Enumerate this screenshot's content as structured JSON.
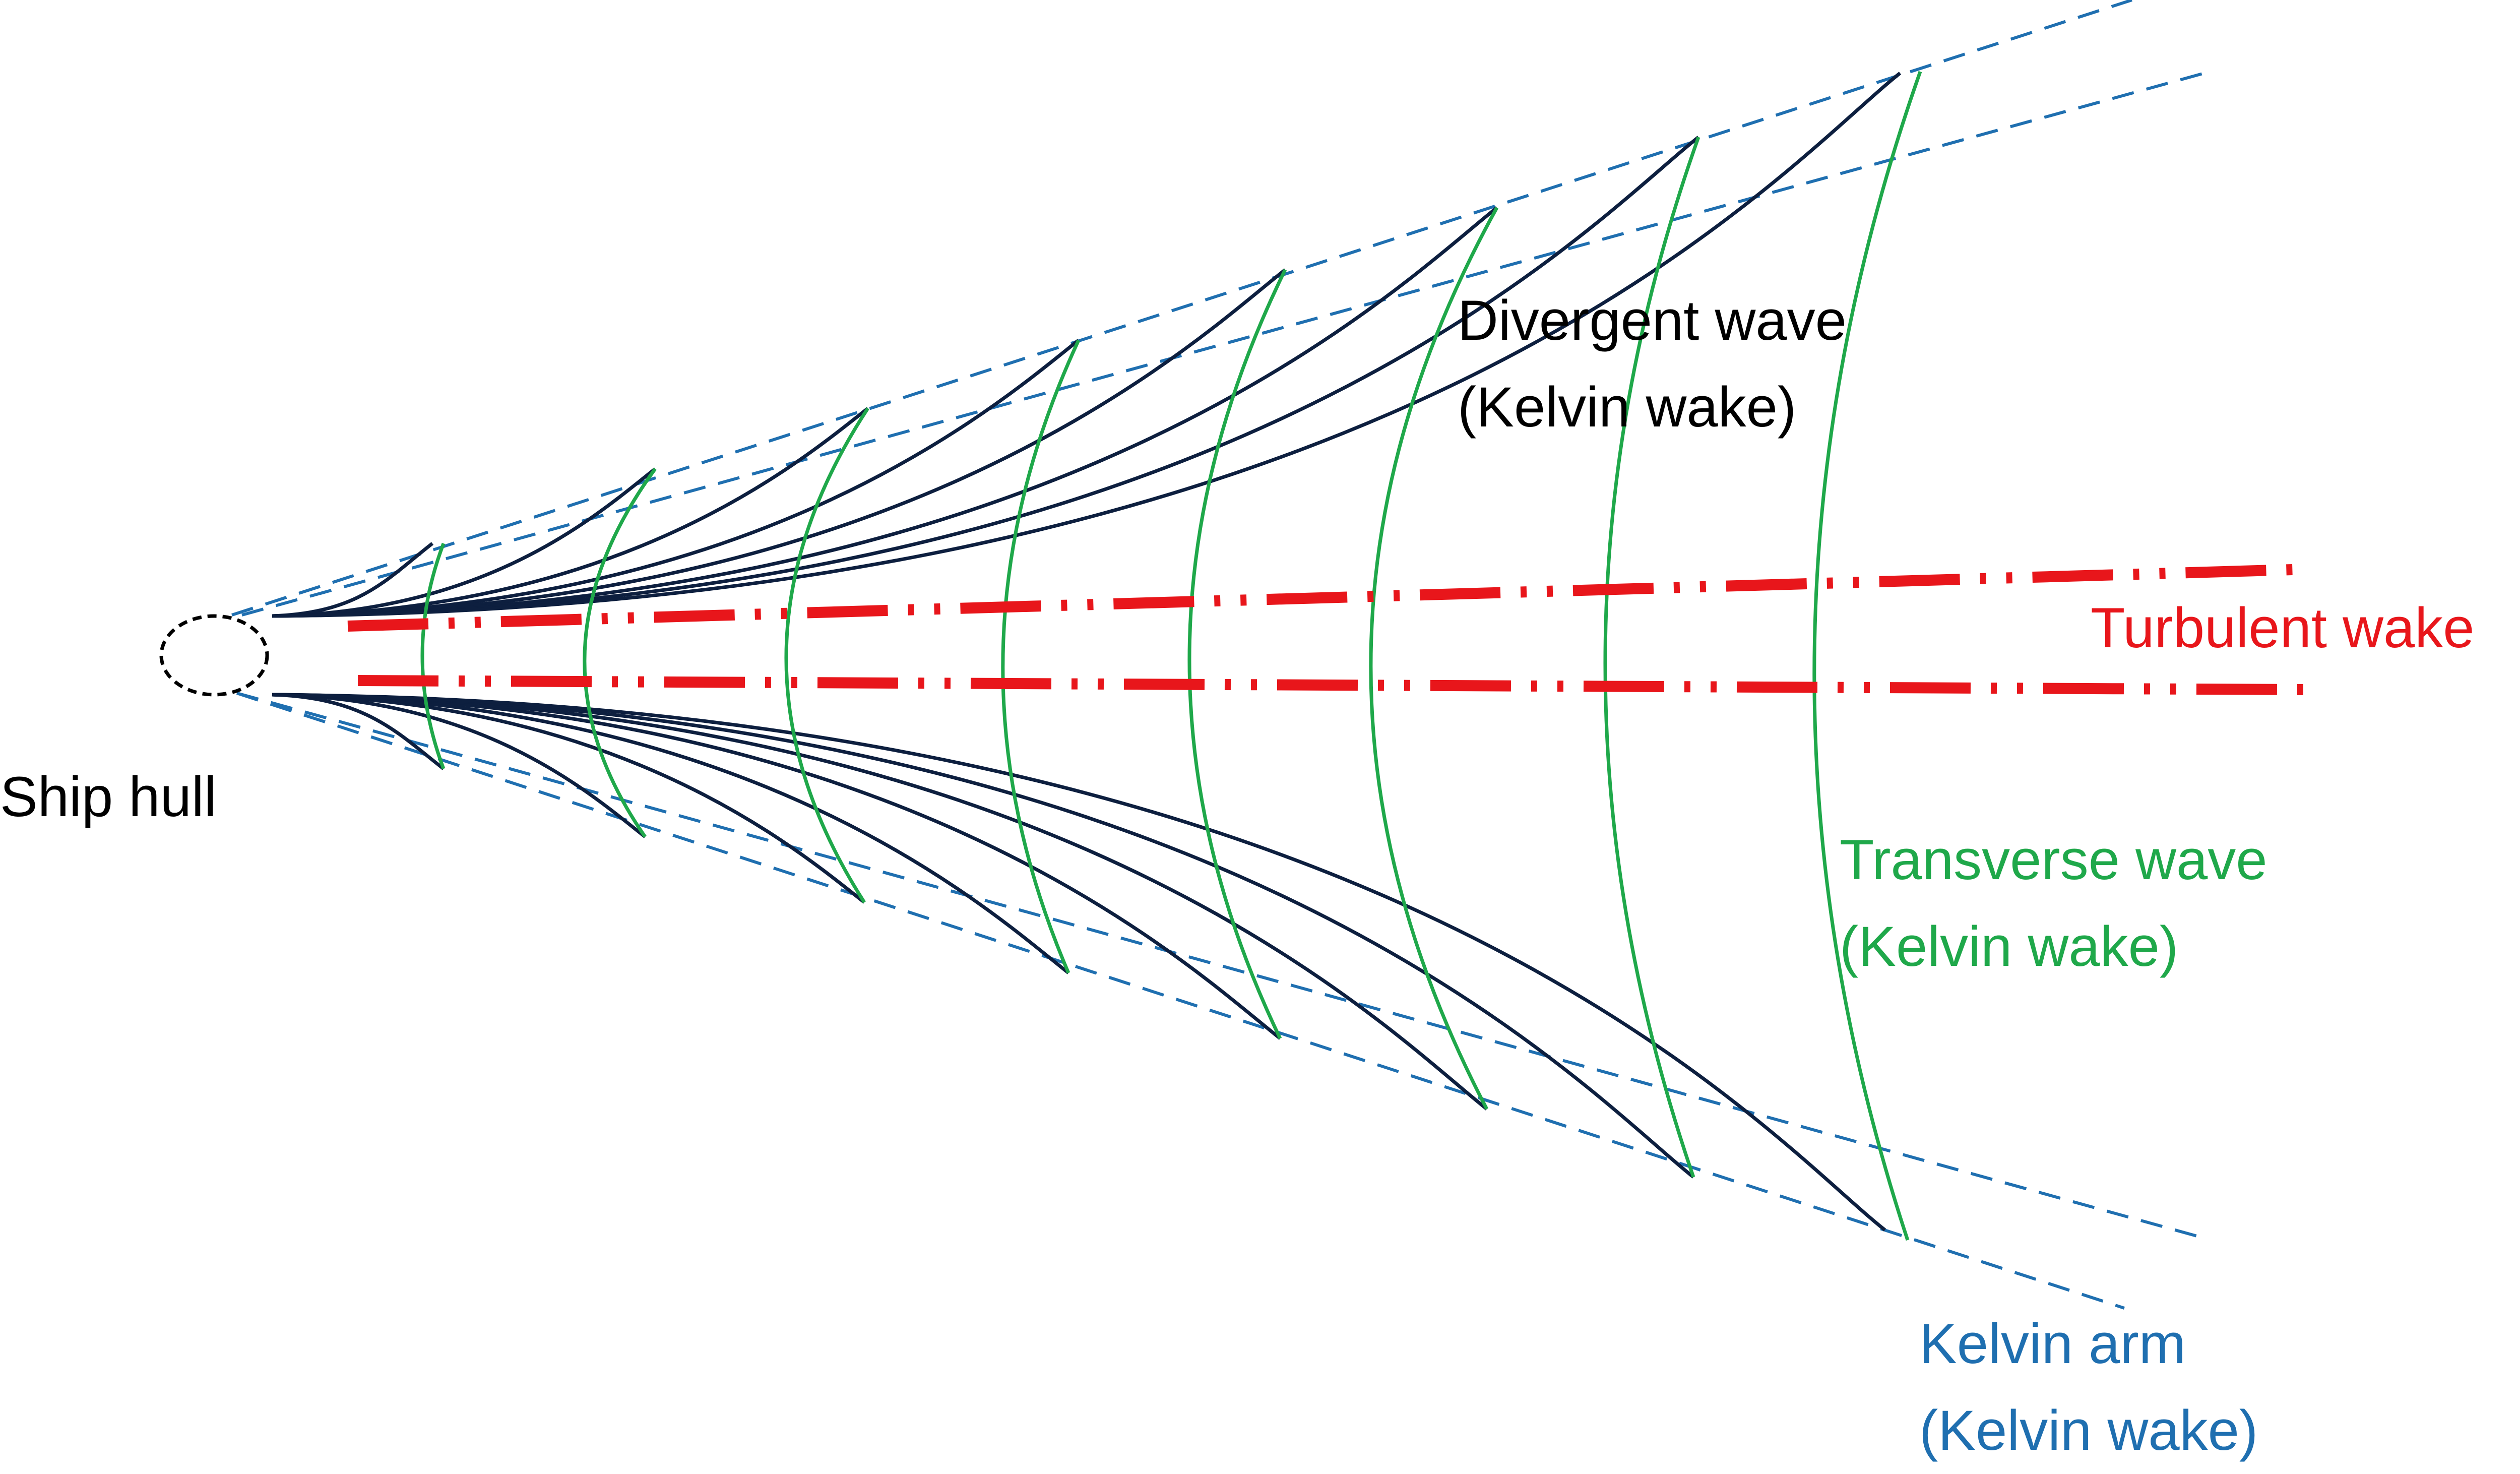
{
  "labels": {
    "ship_hull": "Ship hull",
    "divergent_wave": [
      "Divergent wave",
      "(Kelvin wake)"
    ],
    "turbulent_wake": "Turbulent wake",
    "transverse_wave": [
      "Transverse wave",
      "(Kelvin wake)"
    ],
    "kelvin_arm": [
      "Kelvin arm",
      "(Kelvin wake)"
    ]
  },
  "colors": {
    "divergent_wave": "#0d1f3f",
    "transverse_wave": "#1fa84a",
    "turbulent_wake": "#e8161b",
    "kelvin_arm": "#1f6fb0",
    "ship_hull": "#000000",
    "text": "#000000"
  }
}
